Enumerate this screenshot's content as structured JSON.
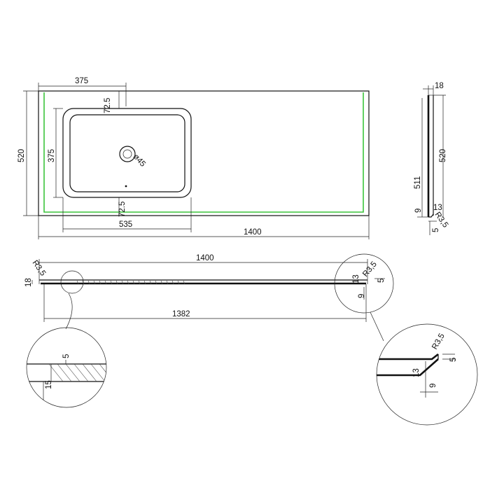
{
  "plan": {
    "dims": {
      "sink_offset_x": "375",
      "top_margin": "72.5",
      "height": "520",
      "sink_depth": "375",
      "drain": "ø45",
      "bottom_margin": "72.5",
      "sink_width": "535",
      "length": "1400"
    }
  },
  "side": {
    "dims": {
      "thickness": "18",
      "height": "520",
      "inner_height": "511",
      "offset": "9",
      "edge": "13",
      "radius": "R3,5",
      "lip": "5"
    }
  },
  "front": {
    "dims": {
      "length": "1400",
      "radius": "R3,5",
      "thickness": "18",
      "edge": "13",
      "radius_right": "R3,5",
      "lip": "5",
      "offset": "9",
      "inner_length": "1382"
    }
  },
  "detail_left": {
    "dims": {
      "depth": "5",
      "thickness": "15"
    }
  },
  "detail_right": {
    "dims": {
      "radius": "R3,5",
      "lip": "5",
      "edge": "13",
      "offset": "9"
    }
  },
  "colors": {
    "line": "#111111",
    "green_outline": "#3cc43c",
    "background": "#ffffff"
  }
}
